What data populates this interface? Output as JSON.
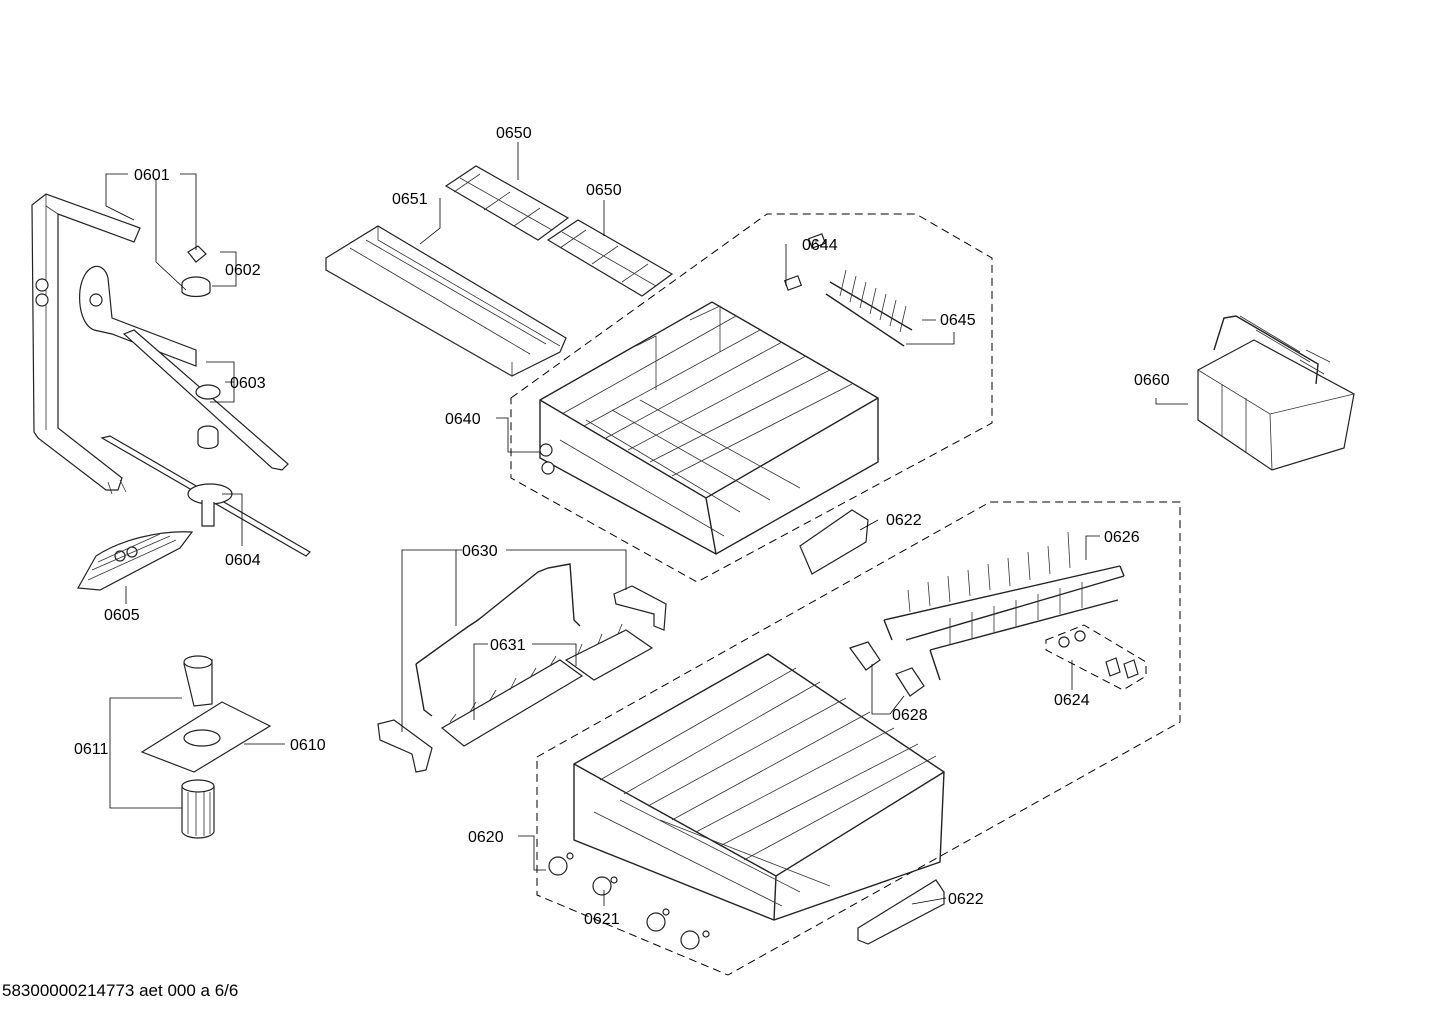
{
  "labels": {
    "p0601": "0601",
    "p0602": "0602",
    "p0603": "0603",
    "p0604": "0604",
    "p0605": "0605",
    "p0610": "0610",
    "p0611": "0611",
    "p0620": "0620",
    "p0621": "0621",
    "p0622a": "0622",
    "p0622b": "0622",
    "p0624": "0624",
    "p0626": "0626",
    "p0628": "0628",
    "p0630": "0630",
    "p0631": "0631",
    "p0640": "0640",
    "p0644": "0644",
    "p0645": "0645",
    "p0650a": "0650",
    "p0650b": "0650",
    "p0651": "0651",
    "p0660": "0660"
  },
  "footer": {
    "document_code": "58300000214773 aet 000 a 6/6"
  }
}
